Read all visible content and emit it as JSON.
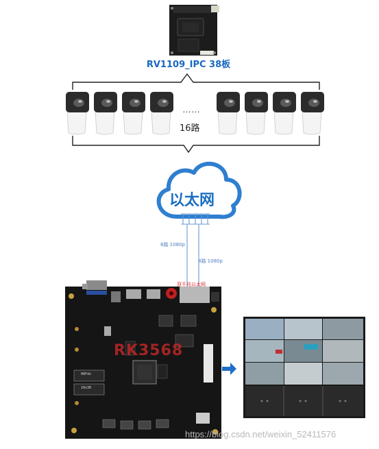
{
  "ipc_board": {
    "label": "RV1109_IPC 38板"
  },
  "cameras": {
    "ellipsis": "……",
    "count_label": "16路",
    "left_group": 4,
    "right_group": 4
  },
  "network": {
    "label": "以太网"
  },
  "streams": [
    {
      "label": "8路 1080p"
    },
    {
      "label": "8路 1080p"
    }
  ],
  "rk_board": {
    "gige_label": "双千兆以太网",
    "soc_label": "RK3568",
    "silk1": "00Fdx",
    "silk2": "10x30"
  },
  "watermark": "https://blog.csdn.net/weixin_52411576",
  "colors": {
    "accent_blue": "#1a68c0",
    "cloud_blue": "#2f7fd0",
    "gige_red": "#e03030",
    "pcb": "#151515"
  }
}
